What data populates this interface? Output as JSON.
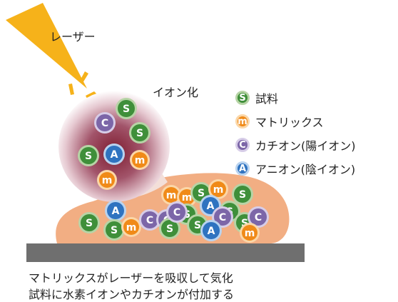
{
  "labels": {
    "laser": "レーザー",
    "ionization": "イオン化"
  },
  "legend": [
    {
      "symbol": "S",
      "text": "試料",
      "kind": "sample"
    },
    {
      "symbol": "m",
      "text": "マトリックス",
      "kind": "matrix"
    },
    {
      "symbol": "C",
      "text": "カチオン(陽イオン)",
      "kind": "cation"
    },
    {
      "symbol": "A",
      "text": "アニオン(陰イオン)",
      "kind": "anion"
    }
  ],
  "caption": {
    "line1": "マトリックスがレーザーを吸収して気化",
    "line2": "試料に水素イオンやカチオンが付加する"
  },
  "colors": {
    "sample_fill": "#3f8f3a",
    "sample_ring": "#b7d4a6",
    "matrix_fill": "#f08a18",
    "matrix_ring": "#fbd7a8",
    "cation_fill": "#7c66a8",
    "cation_ring": "#d7cde8",
    "anion_fill": "#2f73c0",
    "anion_ring": "#b9d3ef",
    "laser": "#f6b21a",
    "plume_outer": "#f5e6ea",
    "plume_inner": "#8e2a3c",
    "matrix_bed": "#f2ae83",
    "substrate": "#6f6f6f"
  },
  "symbols": {
    "sample": "S",
    "matrix": "m",
    "cation": "C",
    "anion": "A"
  }
}
